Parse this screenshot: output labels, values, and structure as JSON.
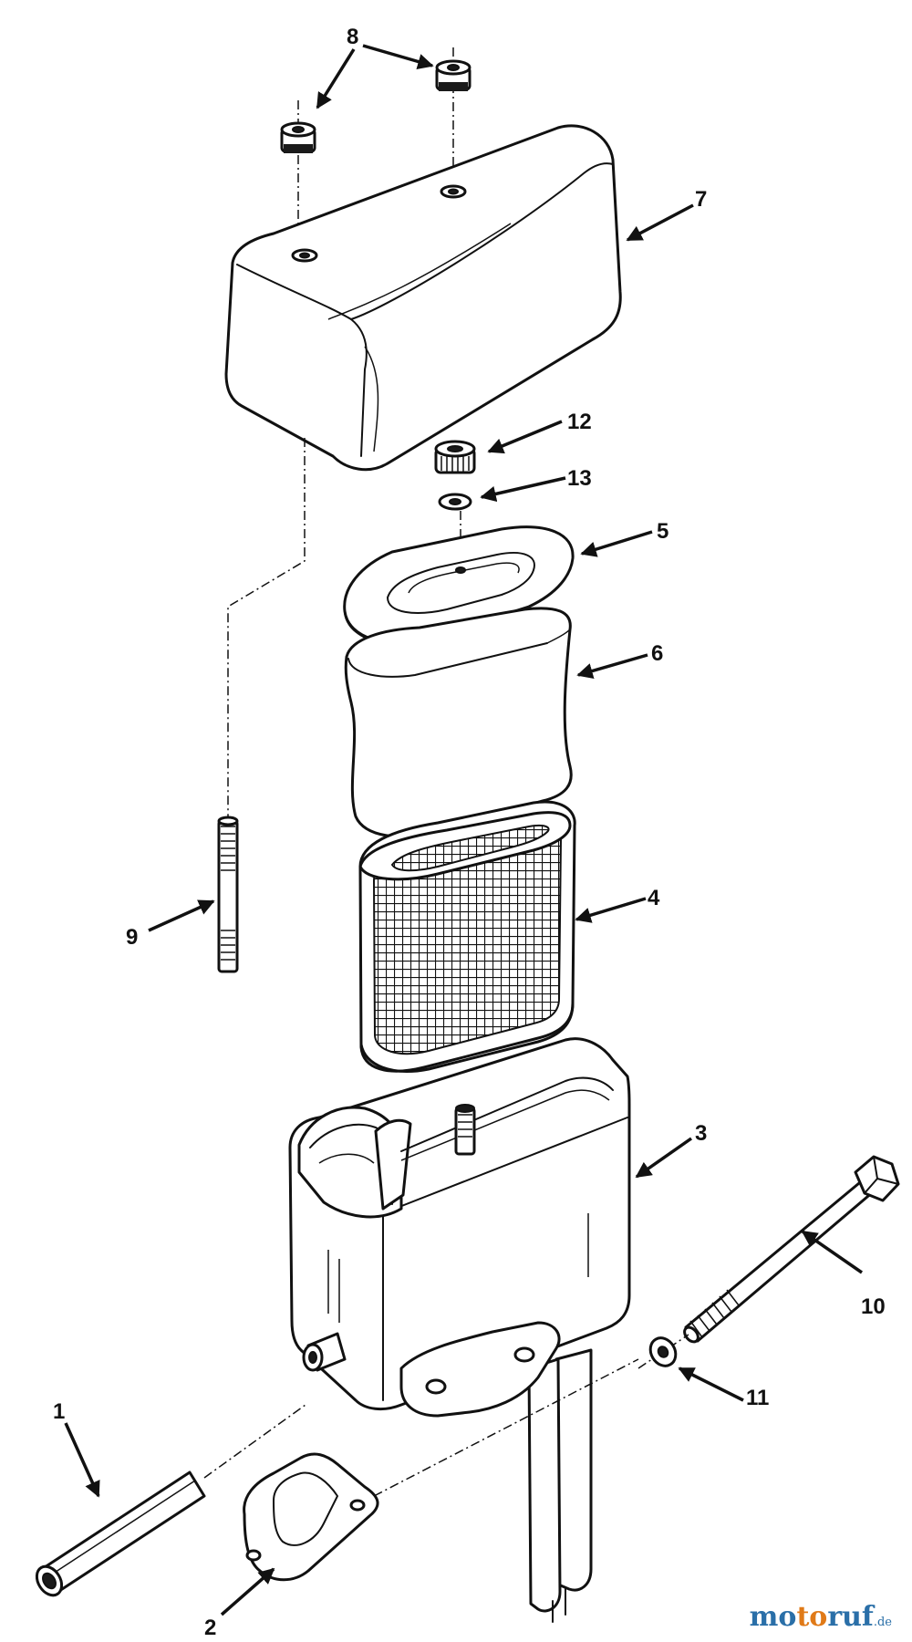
{
  "diagram": {
    "callouts": [
      "1",
      "2",
      "3",
      "4",
      "5",
      "6",
      "7",
      "8",
      "9",
      "10",
      "11",
      "12",
      "13"
    ]
  },
  "watermark": {
    "part1": "mo",
    "part2": "to",
    "part3": "ruf",
    "tld": ".de",
    "colors": {
      "blue": "#2a6fa8",
      "orange": "#e07a18"
    }
  }
}
